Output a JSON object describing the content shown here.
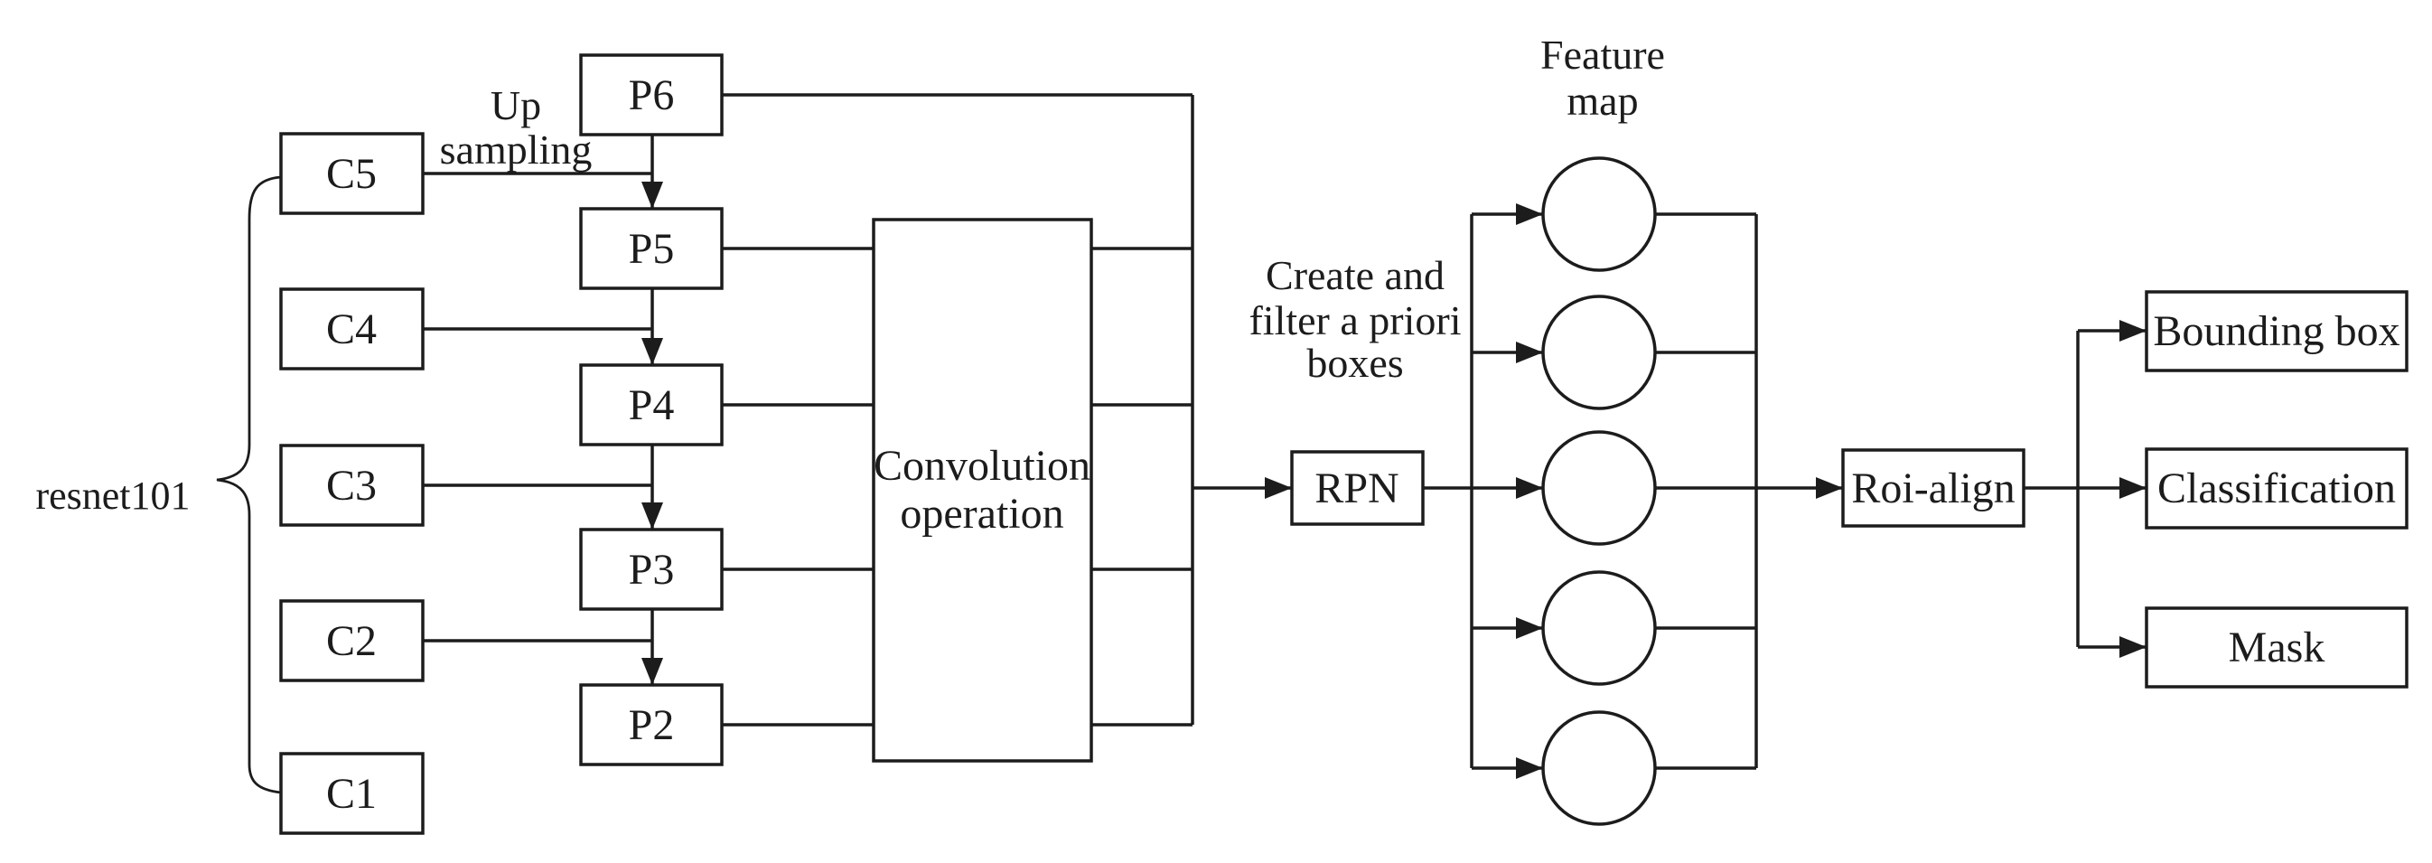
{
  "figure": {
    "background_color": "#ffffff",
    "stroke_color": "#1c1c1c"
  },
  "backbone": {
    "label": "resnet101",
    "stages": [
      "C5",
      "C4",
      "C3",
      "C2",
      "C1"
    ]
  },
  "upsampling": {
    "lines": [
      "Up",
      "sampling"
    ]
  },
  "pyramid": {
    "levels": [
      "P6",
      "P5",
      "P4",
      "P3",
      "P2"
    ]
  },
  "convolution": {
    "lines": [
      "Convolution",
      "operation"
    ]
  },
  "priori_annotation": {
    "lines": [
      "Create and",
      "filter a priori",
      "boxes"
    ]
  },
  "rpn": {
    "label": "RPN"
  },
  "feature_map": {
    "lines": [
      "Feature",
      "map"
    ],
    "circle_count": 5
  },
  "roi_align": {
    "label": "Roi-align"
  },
  "heads": {
    "items": [
      "Bounding box",
      "Classification",
      "Mask"
    ]
  }
}
